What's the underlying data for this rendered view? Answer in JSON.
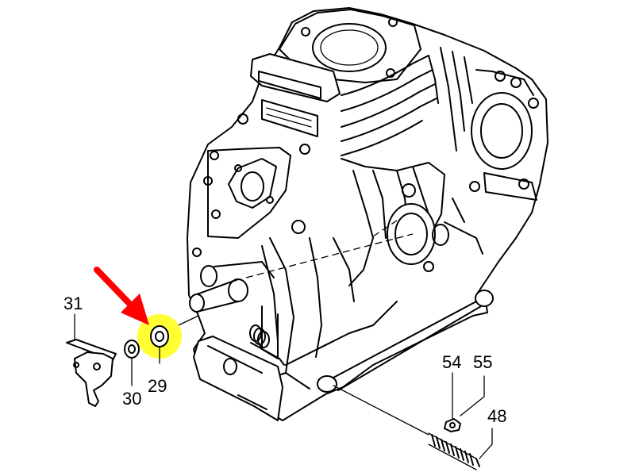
{
  "callouts": {
    "p31": "31",
    "p30": "30",
    "p29": "29",
    "p54": "54",
    "p55": "55",
    "p48": "48"
  },
  "colors": {
    "line": "#000000",
    "arrow": "#ff0000",
    "highlight": "#ffff33",
    "background": "#ffffff"
  },
  "highlighted_part": "29"
}
